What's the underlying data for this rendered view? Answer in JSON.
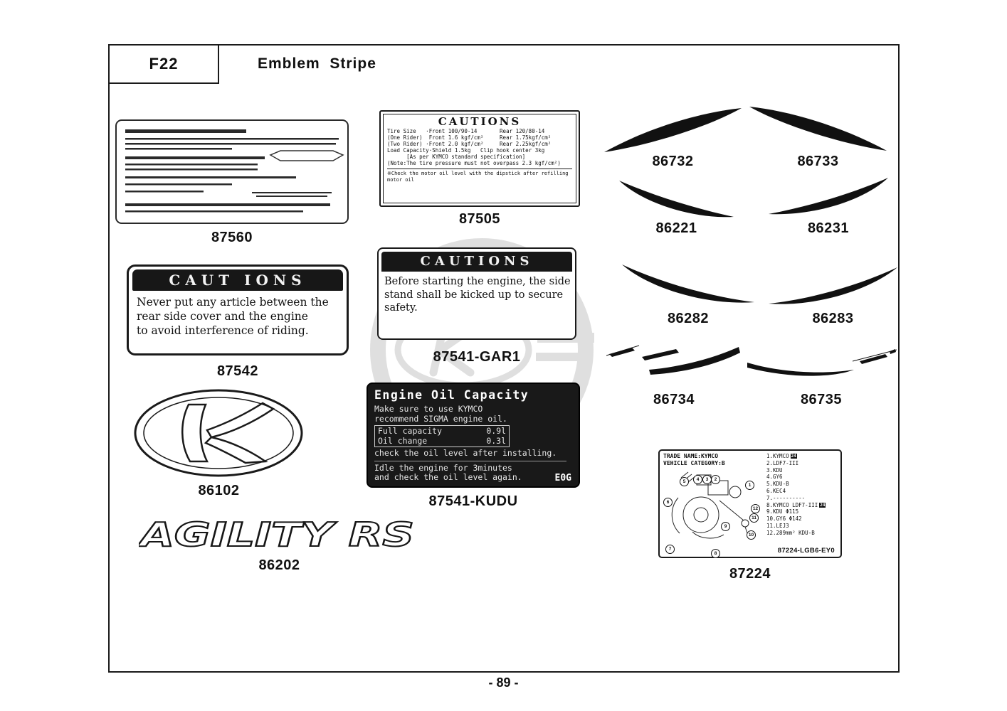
{
  "header": {
    "code": "F22",
    "title": "Emblem  Stripe"
  },
  "footer": {
    "page_number": "- 89 -"
  },
  "parts": {
    "p87560": {
      "caption": "87560"
    },
    "p87505": {
      "caption": "87505",
      "header": "CAUTIONS",
      "lines": [
        "Tire Size   ·Front 100/90-14       Rear 120/80-14",
        "(One Rider)  Front 1.6 kgf/cm²     Rear 1.75kgf/cm²",
        "(Two Rider) ·Front 2.0 kgf/cm²     Rear 2.25kgf/cm²",
        "Load Capacity·Shield 1.5kg   Clip hook center 3kg",
        "      [As per KYMCO standard specification]",
        "(Note:The tire pressure must not overpass 2.3 kgf/cm²)"
      ],
      "notes": [
        "※Check the motor oil level with the dipstick after refilling",
        "motor oil"
      ]
    },
    "p86732": {
      "caption": "86732"
    },
    "p86733": {
      "caption": "86733"
    },
    "p86221": {
      "caption": "86221"
    },
    "p86231": {
      "caption": "86231"
    },
    "p87542": {
      "caption": "87542",
      "header": "CAUT IONS",
      "body": [
        "Never put any article between the",
        "rear side cover and the engine",
        "to avoid interference of riding."
      ]
    },
    "p87541_gar1": {
      "caption": "87541-GAR1",
      "header": "CAUTIONS",
      "body": [
        "Before starting the engine, the side",
        "stand shall be kicked up to secure",
        "safety."
      ]
    },
    "p86282": {
      "caption": "86282"
    },
    "p86283": {
      "caption": "86283"
    },
    "p86734": {
      "caption": "86734"
    },
    "p86735": {
      "caption": "86735"
    },
    "p86102": {
      "caption": "86102"
    },
    "p87541_kudu": {
      "caption": "87541-KUDU",
      "header": "Engine Oil Capacity",
      "body1": [
        "Make sure to use KYMCO",
        "recommend SIGMA engine oil."
      ],
      "capacity": [
        "Full capacity         0.9l",
        "Oil change            0.3l"
      ],
      "body2": [
        "check the oil level after installing.",
        "Idle the engine for 3minutes",
        "and check the oil level again."
      ],
      "corner": "E0G"
    },
    "p86202": {
      "caption": "86202",
      "logo_text": "AGILITY RS"
    },
    "p87224": {
      "caption": "87224",
      "trade_name": "TRADE NAME:KYMCO",
      "category": "VEHICLE CATEGORY:B",
      "badge": "24",
      "list": [
        "1.KYMCO",
        "2.LDF7-III",
        "3.KDU",
        "4.GY6",
        "5.KDU-B",
        "6.KEC4",
        "7.----------",
        "8.KYMCO LDF7-III",
        "9.KDU Φ115",
        "10.GY6 Φ142",
        "11.LEJ3",
        "12.289mm² KDU-B"
      ],
      "callouts": [
        "1",
        "2",
        "3",
        "4",
        "5",
        "6",
        "7",
        "8",
        "9",
        "10",
        "11",
        "12"
      ],
      "code": "87224-LGB6-EY0"
    }
  }
}
